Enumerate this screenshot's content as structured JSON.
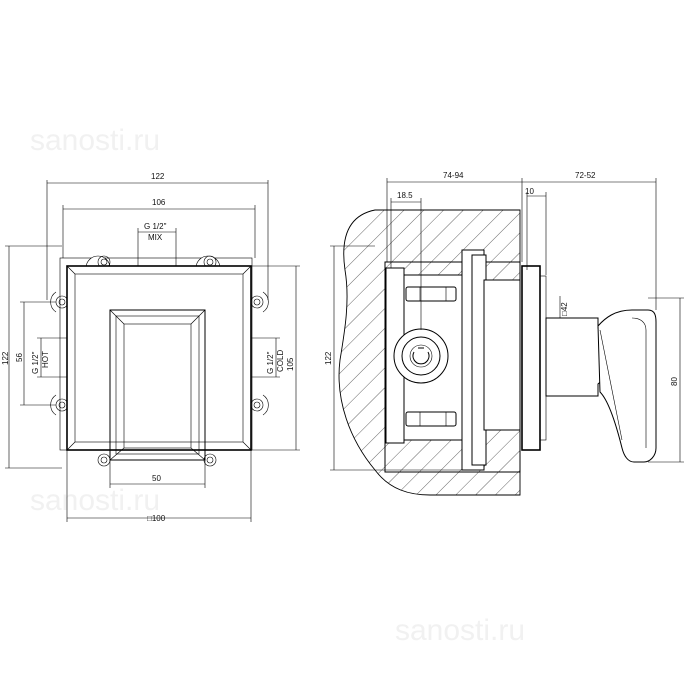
{
  "watermark": {
    "text": "sanosti.ru"
  },
  "front_view": {
    "dim_overall_width": "122",
    "dim_inner_width": "106",
    "mix_line1": "G 1/2\"",
    "mix_line2": "MIX",
    "dim_left_height": "122",
    "dim_inner_height": "56",
    "hot_line1": "G 1/2\"",
    "hot_line2": "HOT",
    "cold_line1": "G 1/2\"",
    "cold_line2": "COLD",
    "dim_right_height": "105",
    "dim_handle_width": "50",
    "dim_plate": "□100"
  },
  "side_view": {
    "dim_depth": "74-94",
    "dim_offset": "18.5",
    "dim_plate_gap": "10",
    "dim_handle_projection": "72-52",
    "dim_height": "122",
    "dim_stem": "□42",
    "dim_handle_height": "80"
  }
}
